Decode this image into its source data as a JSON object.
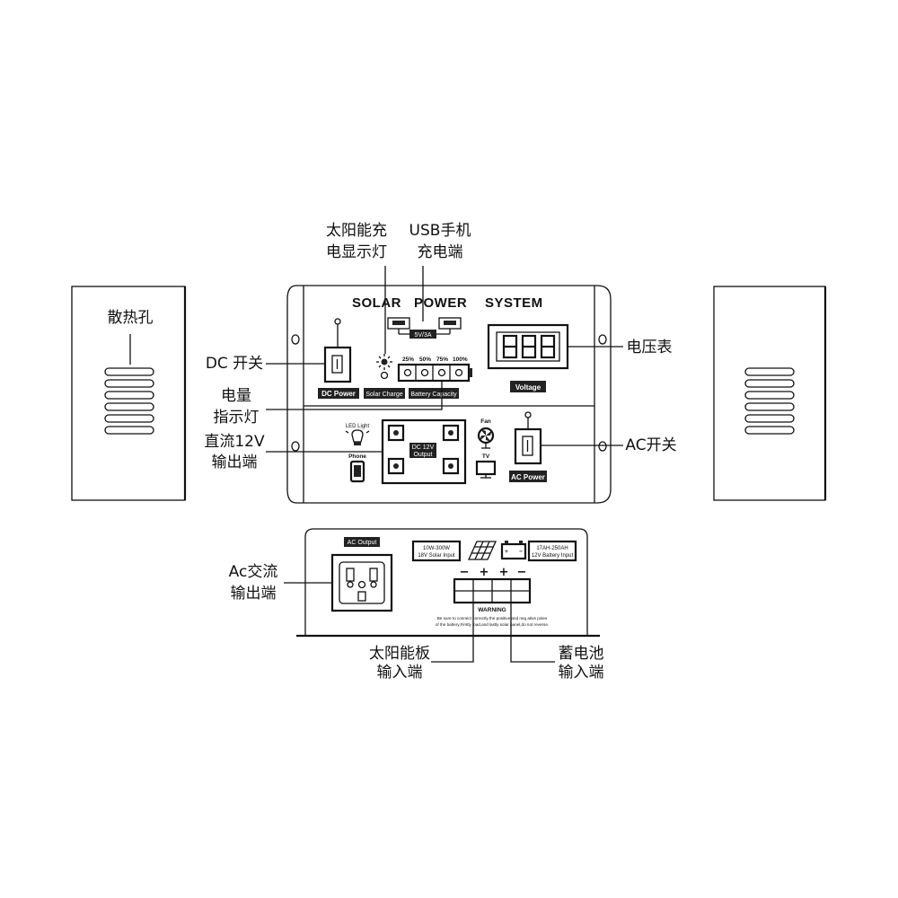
{
  "panel": {
    "title_words": [
      "SOLAR",
      "POWER",
      "SYSTEM"
    ],
    "usb_rating": "5V/3A",
    "battery_levels": [
      "25%",
      "50%",
      "75%",
      "100%"
    ],
    "dc_power": "DC Power",
    "solar_charge": "Solar Charge",
    "battery_capacity": "Battery Capacity",
    "voltage": "Voltage",
    "led_light": "LED Light",
    "phone": "Phone",
    "dc_output_line1": "DC 12V",
    "dc_output_line2": "Output",
    "fan": "Fan",
    "tv": "TV",
    "ac_power": "AC Power"
  },
  "bottom_panel": {
    "ac_output": "AC  Output",
    "solar_input_line1": "10W-300W",
    "solar_input_line2": "18V Solar Input",
    "battery_input_line1": "17AH-250AH",
    "battery_input_line2": "12V Battery Input",
    "polarity": [
      "−",
      "+",
      "+",
      "−"
    ],
    "battery_sign_plus": "+",
    "battery_sign_minus": "−",
    "warning": "WARNING",
    "warning_text_line1": "Be sure to connect correctly the positive and neg ative poles",
    "warning_text_line2": "of the battery,Firstly load,and lastly solar panel,do not reverse."
  },
  "callouts": {
    "heat_vent": "散热孔",
    "solar_indicator_line1": "太阳能充",
    "solar_indicator_line2": "电显示灯",
    "usb_line1": "USB手机",
    "usb_line2": "充电端",
    "dc_switch": "DC 开关",
    "battery_indicator_line1": "电量",
    "battery_indicator_line2": "指示灯",
    "dc_output_line1": "直流12V",
    "dc_output_line2": "输出端",
    "voltmeter": "电压表",
    "ac_switch": "AC开关",
    "ac_output_line1": "Ac交流",
    "ac_output_line2": "输出端",
    "solar_input_line1": "太阳能板",
    "solar_input_line2": "输入端",
    "battery_input_line1": "蓄电池",
    "battery_input_line2": "输入端"
  },
  "display": {
    "digits": [
      "8",
      "8",
      "8"
    ]
  },
  "icons": {
    "fan": "fan-icon",
    "tv": "tv-icon",
    "led": "led-bulb-icon",
    "phone": "phone-icon",
    "sun": "sun-icon",
    "solar_panel": "solar-panel-icon",
    "battery": "battery-icon",
    "usb": "usb-port-icon"
  },
  "colors": {
    "stroke": "#111111",
    "fill_dark": "#222222",
    "background": "#ffffff"
  }
}
